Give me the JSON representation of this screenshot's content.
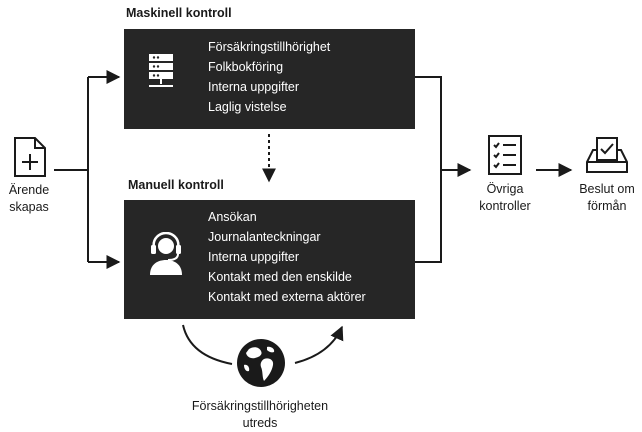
{
  "start": {
    "line1": "Ärende",
    "line2": "skapas",
    "icon": "new-document-icon"
  },
  "machine": {
    "title": "Maskinell kontroll",
    "icon": "server-icon",
    "items": [
      "Försäkringstillhörighet",
      "Folkbokföring",
      "Interna uppgifter",
      "Laglig vistelse"
    ]
  },
  "manual": {
    "title": "Manuell kontroll",
    "icon": "person-headset-icon",
    "items": [
      "Ansökan",
      "Journalanteckningar",
      "Interna uppgifter",
      "Kontakt med den enskilde",
      "Kontakt med externa aktörer"
    ]
  },
  "investigation": {
    "line1": "Försäkringstillhörigheten",
    "line2": "utreds",
    "icon": "globe-icon"
  },
  "other": {
    "line1": "Övriga",
    "line2": "kontroller",
    "icon": "checklist-icon"
  },
  "decision": {
    "line1": "Beslut om",
    "line2": "förmån",
    "icon": "ballot-box-icon"
  },
  "colors": {
    "box": "#262626",
    "line": "#1a1a1a",
    "text": "#ffffff"
  }
}
